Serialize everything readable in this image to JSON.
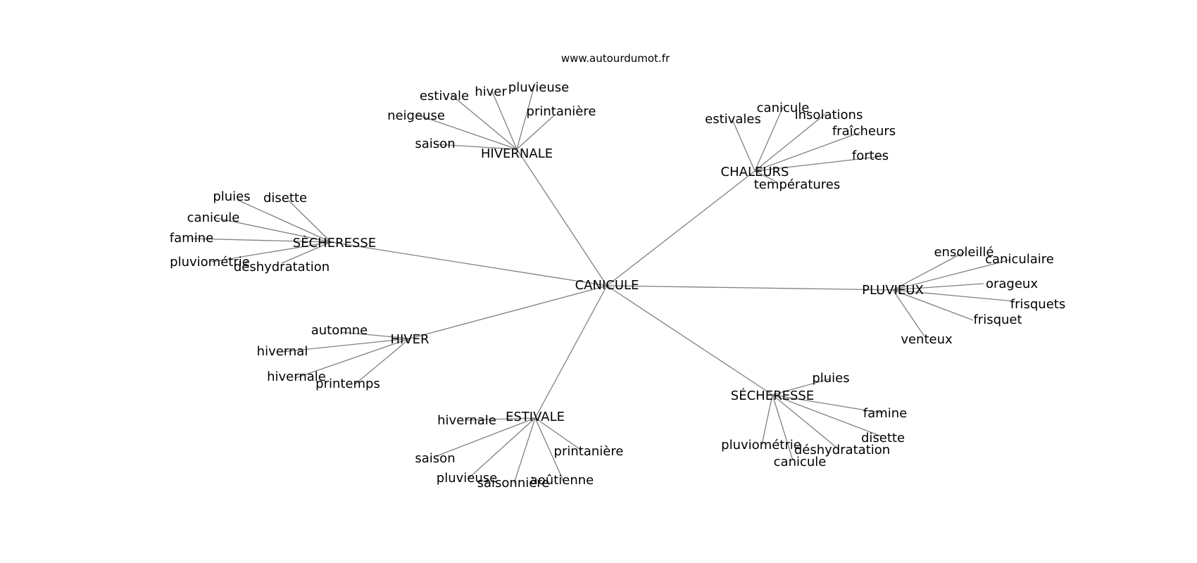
{
  "website": "www.autourdumot.fr",
  "center": {
    "label": "CANICULE"
  },
  "clusters": [
    {
      "label": "HIVERNALE",
      "words": [
        "estivale",
        "hiver",
        "pluvieuse",
        "neigeuse",
        "printanière",
        "saison"
      ]
    },
    {
      "label": "CHALEURS",
      "words": [
        "estivales",
        "canicule",
        "insolations",
        "fraîcheurs",
        "fortes",
        "températures"
      ]
    },
    {
      "label": "SÈCHERESSE",
      "words": [
        "pluies",
        "disette",
        "canicule",
        "famine",
        "pluviométrie",
        "déshydratation"
      ]
    },
    {
      "label": "PLUVIEUX",
      "words": [
        "ensoleillé",
        "caniculaire",
        "orageux",
        "frisquets",
        "frisquet",
        "venteux"
      ]
    },
    {
      "label": "HIVER",
      "words": [
        "automne",
        "hivernal",
        "hivernale",
        "printemps"
      ]
    },
    {
      "label": "ESTIVALE",
      "words": [
        "hivernale",
        "saison",
        "pluvieuse",
        "saisonnière",
        "aoûtienne",
        "printanière"
      ]
    },
    {
      "label": "SÉCHERESSE",
      "words": [
        "pluies",
        "famine",
        "disette",
        "pluviométrie",
        "déshydratation",
        "canicule"
      ]
    }
  ],
  "colors": {
    "edge": "#808080",
    "text": "#000000",
    "background": "#ffffff"
  }
}
